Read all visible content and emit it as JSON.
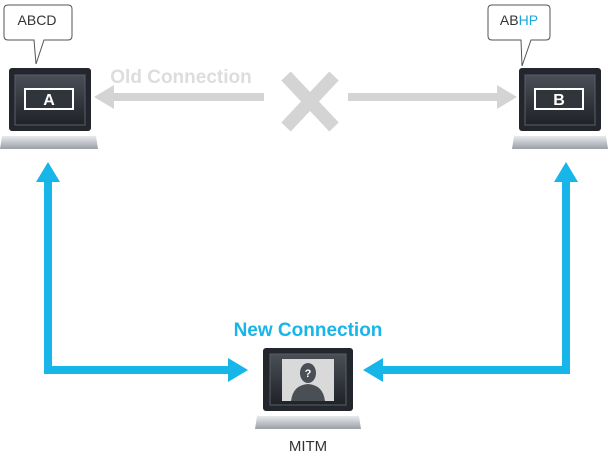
{
  "bubbles": {
    "a": {
      "text": "ABCD"
    },
    "b": {
      "prefix": "AB",
      "highlight": "HP"
    }
  },
  "laptops": {
    "a": {
      "label": "A"
    },
    "b": {
      "label": "B"
    },
    "mitm": {
      "glyph": "?",
      "caption": "MITM"
    }
  },
  "connections": {
    "old": {
      "label": "Old Connection"
    },
    "new": {
      "label": "New Connection"
    }
  },
  "icons": {
    "broken": "x-icon",
    "user": "unknown-user-icon"
  },
  "colors": {
    "new_connection": "#17b5e8",
    "old_connection": "#d4d4d4",
    "highlight_text": "#1aa7dd",
    "laptop_body": "#23262c",
    "text_dark": "#333333",
    "label_gray": "#dddddd"
  }
}
